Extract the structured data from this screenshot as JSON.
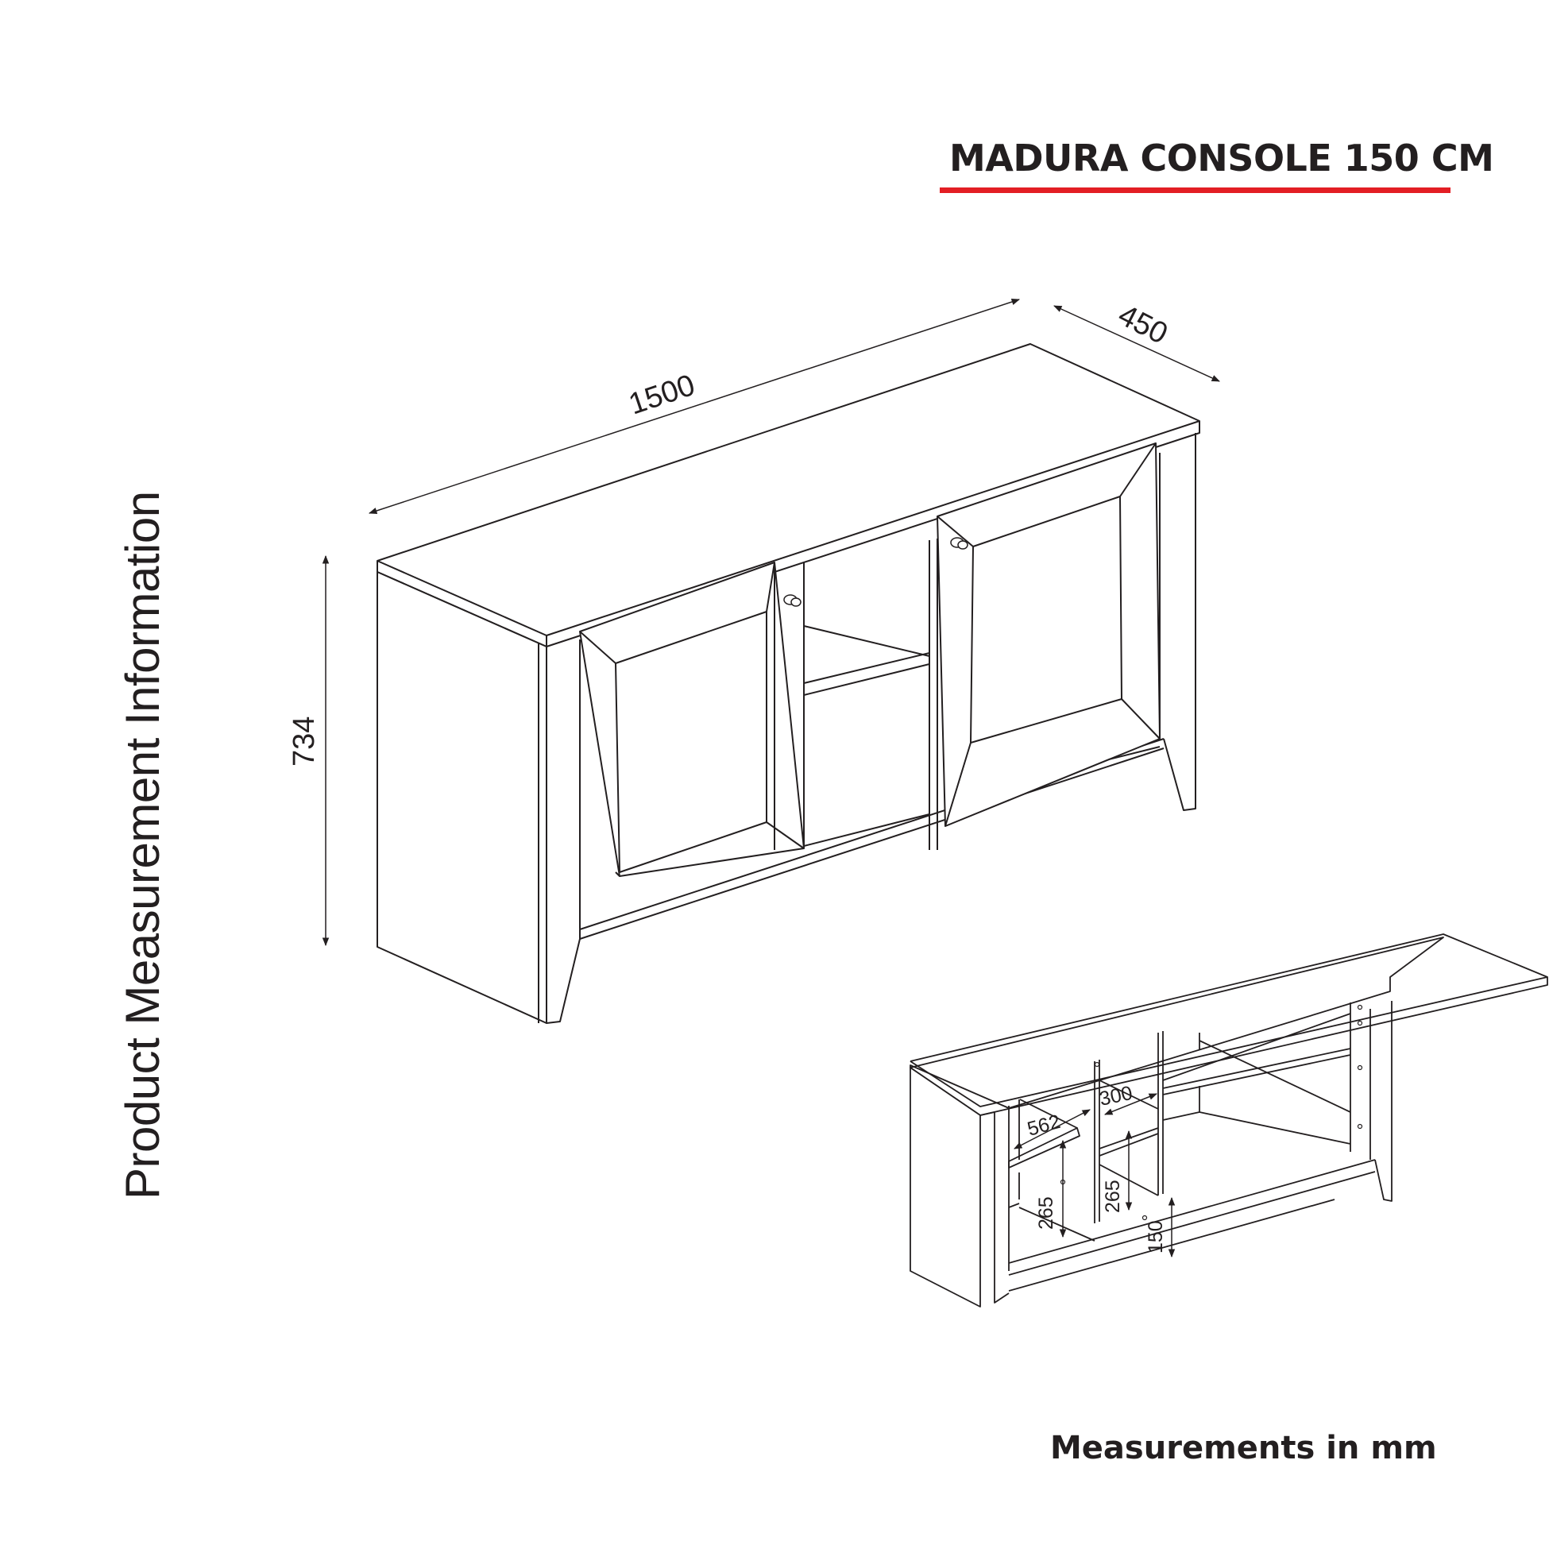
{
  "header": {
    "title": "MADURA CONSOLE 150 CM",
    "accent_color": "#e31e24"
  },
  "side_label": "Product Measurement Information",
  "footer": {
    "units_note": "Measurements in mm"
  },
  "main_view": {
    "dimensions": {
      "width": "1500",
      "depth": "450",
      "height": "734"
    }
  },
  "interior_view": {
    "dimensions": {
      "left_compartment_width": "562",
      "middle_compartment_width": "300",
      "left_shelf_height": "265",
      "middle_shelf_height": "265",
      "leg_clearance": "150"
    }
  },
  "colors": {
    "line": "#231f20",
    "background": "#ffffff"
  }
}
